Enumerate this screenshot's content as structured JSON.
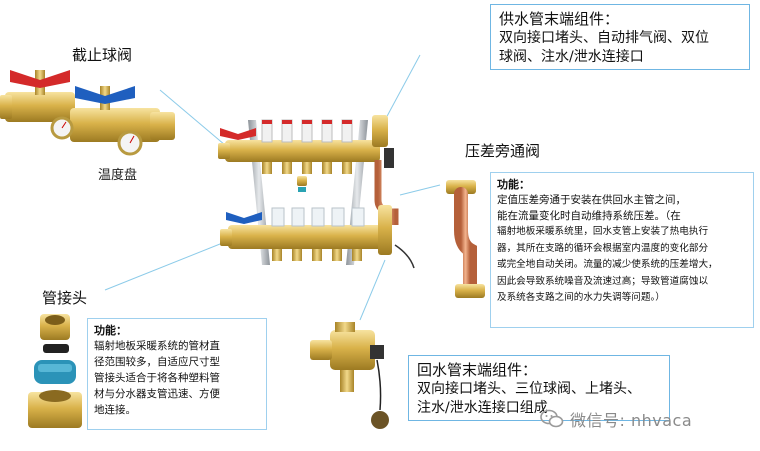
{
  "labels": {
    "ball_valve": "截止球阀",
    "thermometer": "温度盘",
    "fitting": "管接头",
    "bypass_valve": "压差旁通阀"
  },
  "supply_box": {
    "title": "供水管末端组件：",
    "line1": "双向接口堵头、自动排气阀、双位",
    "line2": "球阀、注水/泄水连接口"
  },
  "return_box": {
    "title": "回水管末端组件：",
    "line1": "双向接口堵头、三位球阀、上堵头、",
    "line2": "注水/泄水连接口组成"
  },
  "bypass_info": {
    "heading": "功能：",
    "line1": "定值压差旁通于安装在供回水主管之间，",
    "line2": "能在流量变化时自动维持系统压差。（在",
    "line3": "辐射地板采暖系统里，回水支管上安装了热电执行",
    "line4": "器，其所在支路的循环会根据室内温度的变化部分",
    "line5": "或完全地自动关闭。流量的减少使系统的压差增大，",
    "line6": "因此会导致系统噪音及流速过高；导致管道腐蚀以",
    "line7": "及系统各支路之间的水力失调等问题。）"
  },
  "fitting_info": {
    "heading": "功能：",
    "line1": "辐射地板采暖系统的管材直",
    "line2": "径范围较多，自适应尺寸型",
    "line3": "管接头适合于将各种塑料管",
    "line4": "材与分水器支管迅速、方便",
    "line5": "地连接。"
  },
  "watermark": {
    "text": "微信号: nhvaca",
    "icon": "wechat-icon"
  },
  "colors": {
    "box_border": "#6fb6e3",
    "brass": "#d7b34a",
    "red_handle": "#d42a2a",
    "blue_handle": "#1f5fbf",
    "copper": "#d98b5e"
  }
}
